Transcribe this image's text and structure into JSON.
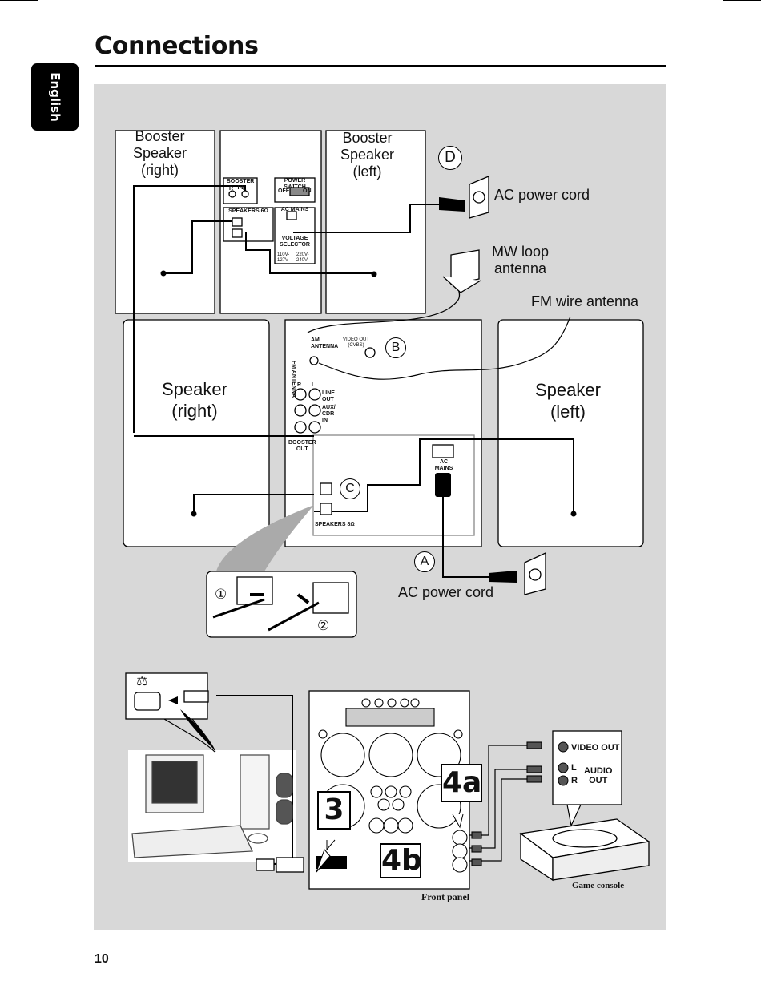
{
  "page": {
    "title": "Connections",
    "language_tab": "English",
    "page_number": "10"
  },
  "diagram": {
    "booster_right": "Booster\nSpeaker\n(right)",
    "booster_left": "Booster\nSpeaker\n(left)",
    "speaker_right": "Speaker\n(right)",
    "speaker_left": "Speaker\n(left)",
    "ac_power_cord_top": "AC power cord",
    "ac_power_cord_bottom": "AC power cord",
    "mw_antenna": "MW loop\nantenna",
    "fm_antenna": "FM wire antenna",
    "callout_a": "A",
    "callout_b": "B",
    "callout_c": "C",
    "callout_d": "D",
    "step_1": "①",
    "step_2": "②",
    "booster_in": "BOOSTER IN",
    "booster_in_r": "R",
    "booster_in_l": "L",
    "power_switch": "POWER SWITCH",
    "power_off": "OFF",
    "power_on": "ON",
    "speakers_6": "SPEAKERS 6Ω",
    "ac_mains_top": "AC MAINS",
    "voltage_selector": "VOLTAGE\nSELECTOR",
    "voltage_low": "110V-\n127V",
    "voltage_high": "220V-\n240V",
    "am_antenna": "AM\nANTENNA",
    "fm_antenna_jack": "FM ANTENNA",
    "video_out_jack": "VIDEO OUT\n(CVBS)",
    "line_out": "LINE\nOUT",
    "aux_cdr_in": "AUX/\nCDR\nIN",
    "jack_r": "R",
    "jack_l": "L",
    "booster_out": "BOOSTER\nOUT",
    "ac_mains_bottom": "AC\nMAINS",
    "speakers_8": "SPEAKERS 8Ω"
  },
  "connections": {
    "step_3": "3",
    "step_4a": "4a",
    "step_4b": "4b",
    "front_panel": "Front panel",
    "game_console": "Game console",
    "video_out": "VIDEO OUT",
    "audio_l": "L",
    "audio_r": "R",
    "audio_out": "AUDIO\nOUT",
    "usb_icon": "usb-icon"
  },
  "colors": {
    "panel_bg": "#d8d8d8",
    "tab_bg": "#000000"
  }
}
